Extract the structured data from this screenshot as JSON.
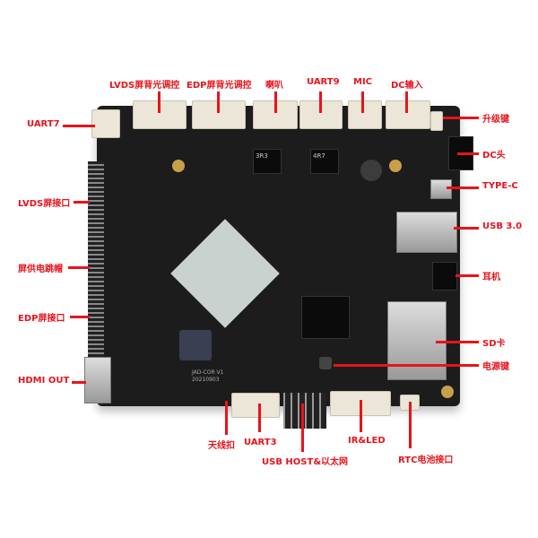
{
  "colors": {
    "label": "#e8131b",
    "pcb": "#1c1c1c"
  },
  "labels": {
    "top": [
      "LVDS屏背光调控",
      "EDP屏背光调控",
      "喇叭",
      "UART9",
      "MIC",
      "DC输入"
    ],
    "left": [
      "UART7",
      "LVDS屏接口",
      "屏供电跳帽",
      "EDP屏接口",
      "HDMI OUT"
    ],
    "right": [
      "升级键",
      "DC头",
      "TYPE-C",
      "USB 3.0",
      "耳机",
      "SD卡",
      "电源键"
    ],
    "bottom": [
      "天线扣",
      "UART3",
      "USB HOST&以太网",
      "IR&LED",
      "RTC电池接口"
    ]
  },
  "board_text": {
    "chip_label": "JAD-COR V1",
    "date": "20210903",
    "r1": "3R3",
    "r2": "4R7"
  }
}
